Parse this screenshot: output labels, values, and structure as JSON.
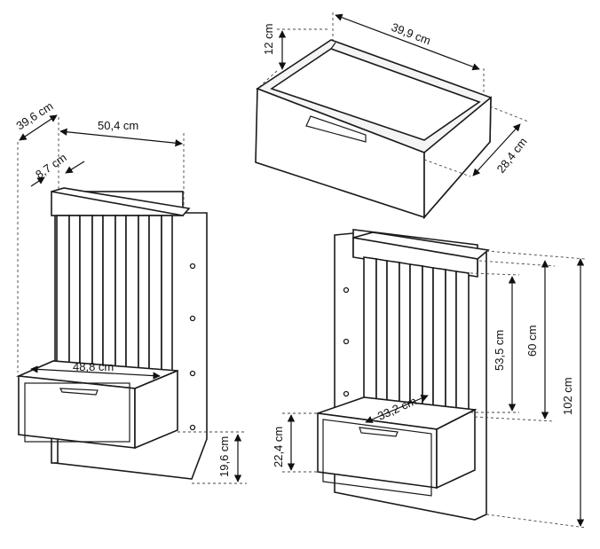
{
  "dimensions": {
    "drawer_width": "39,9 cm",
    "drawer_height": "12 cm",
    "drawer_depth": "28,4 cm",
    "left_depth": "39,6 cm",
    "left_width": "50,4 cm",
    "left_shelf_offset": "8,7 cm",
    "left_shelf_width": "48,8 cm",
    "left_bottom_gap": "19,6 cm",
    "right_slat_height": "53,5 cm",
    "right_panel_upper": "60 cm",
    "right_total_height": "102 cm",
    "right_table_height": "22,4 cm",
    "right_table_depth": "33,2 cm"
  }
}
